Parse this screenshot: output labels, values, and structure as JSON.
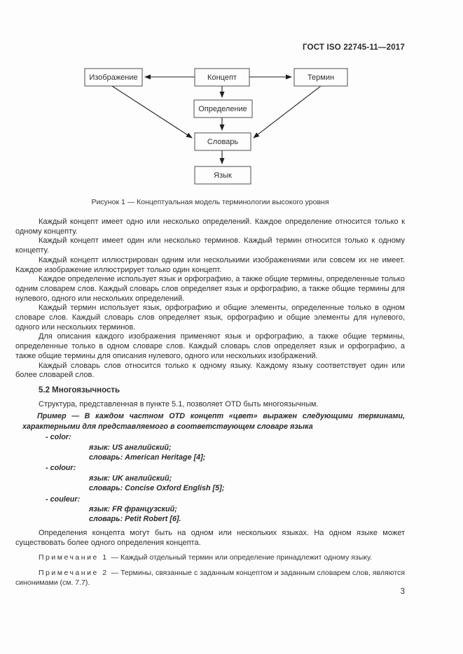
{
  "header": {
    "standard_number": "ГОСТ ISO 22745-11—2017"
  },
  "figure": {
    "caption": "Рисунок 1 — Концептуальная модель терминологии высокого уровня",
    "nodes": {
      "image": "Изображение",
      "concept": "Концепт",
      "term": "Термин",
      "definition": "Определение",
      "dictionary": "Словарь",
      "language": "Язык"
    },
    "edges": [
      {
        "from": "Концепт",
        "to": "Изображение"
      },
      {
        "from": "Концепт",
        "to": "Термин"
      },
      {
        "from": "Концепт",
        "to": "Определение"
      },
      {
        "from": "Определение",
        "to": "Словарь"
      },
      {
        "from": "Изображение",
        "to": "Словарь"
      },
      {
        "from": "Термин",
        "to": "Словарь"
      },
      {
        "from": "Словарь",
        "to": "Язык"
      }
    ]
  },
  "section": {
    "paragraphs": [
      "Каждый концепт имеет одно или несколько определений. Каждое определение относится только к одному концепту.",
      "Каждый концепт имеет один или несколько терминов. Каждый термин относится только к одному концепту.",
      "Каждый концепт иллюстрирован одним или несколькими изображениями или совсем их не имеет. Каждое изображение иллюстрирует только один концепт.",
      "Каждое определение использует язык и орфографию, а также общие термины, определенные только одним словарем слов. Каждый словарь слов определяет язык и орфографию, а также общие термины для нулевого, одного или нескольких определений.",
      "Каждый термин использует язык, орфографию и общие элементы, определенные только в одном словаре слов. Каждый словарь слов определяет язык, орфографию и общие элементы для нулевого, одного или нескольких терминов.",
      "Для описания каждого изображения применяют язык и орфографию, а также общие термины, определенные только в одном словаре слов. Каждый словарь слов определяет язык и орфографию, а также общие термины для описания нулевого, одного или нескольких изображений.",
      "Каждый словарь слов относится только к одному языку. Каждому языку соответствует один или более словарей слов."
    ],
    "heading": "5.2 Многоязычность",
    "intro": "Структура, представленная в пункте 5.1, позволяет OTD быть многоязычным.",
    "example": {
      "lead": "Пример — В каждом частном OTD концепт «цвет» выражен следующими терминами, характерными для представляемого в соответствующем словаре языка",
      "items": [
        {
          "term": "- color:",
          "lines": [
            "язык: US английский;",
            "словарь: American Heritage [4];"
          ]
        },
        {
          "term": "- colour:",
          "lines": [
            "язык: UK английский;",
            "словарь: Concise Oxford English [5];"
          ]
        },
        {
          "term": "- couleur:",
          "lines": [
            "язык: FR французский;",
            "словарь: Petit Robert [6]."
          ]
        }
      ]
    },
    "closing": "Определения концепта могут быть на одном или нескольких языках. На одном языке может существовать более одного определения концепта.",
    "notes": [
      {
        "label": "Примечание 1",
        "text": "— Каждый отдельный термин или определение принадлежит одному языку."
      },
      {
        "label": "Примечание 2",
        "text": "— Термины, связанные с заданным концептом и заданным словарем слов, являются синонимами (см. 7.7)."
      }
    ]
  },
  "footer": {
    "page_number": "3"
  }
}
